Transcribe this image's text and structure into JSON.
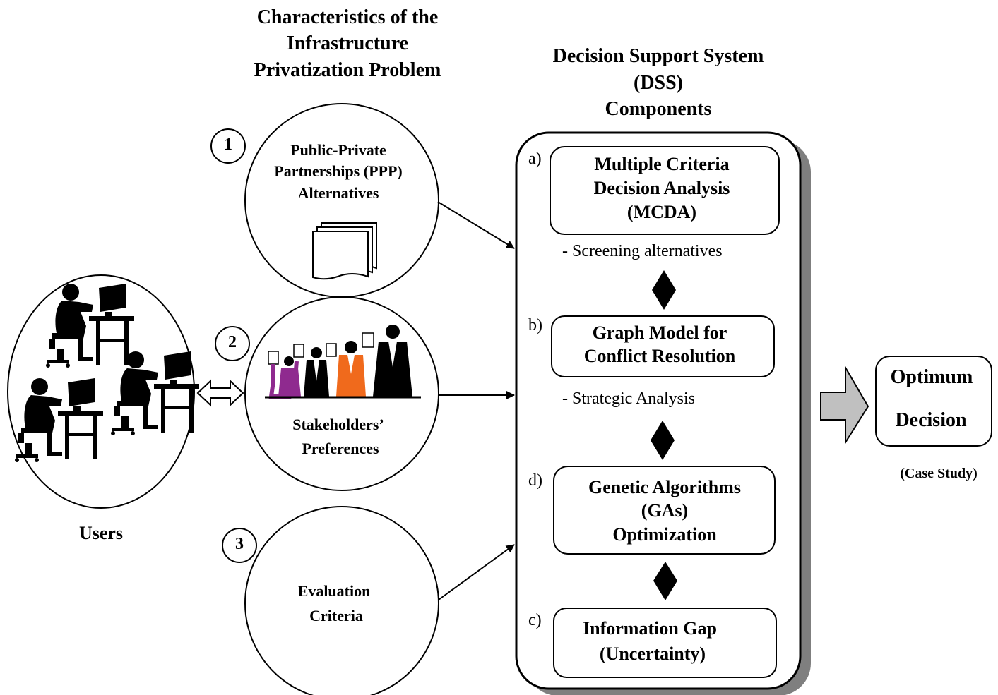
{
  "headings": {
    "characteristics": [
      "Characteristics of the",
      "Infrastructure",
      "Privatization Problem"
    ],
    "dss": [
      "Decision Support System",
      "(DSS)",
      "Components"
    ]
  },
  "inputs": [
    {
      "number": "1",
      "lines": [
        "Public-Private",
        "Partnerships (PPP)",
        "Alternatives"
      ]
    },
    {
      "number": "2",
      "lines": [
        "Stakeholders’",
        "Preferences"
      ]
    },
    {
      "number": "3",
      "lines": [
        "Evaluation",
        "Criteria"
      ]
    }
  ],
  "users_label": "Users",
  "components": [
    {
      "letter": "a)",
      "lines": [
        "Multiple Criteria",
        "Decision Analysis",
        "(MCDA)"
      ],
      "note": "- Screening alternatives"
    },
    {
      "letter": "b)",
      "lines": [
        "Graph Model for",
        "Conflict Resolution"
      ],
      "note": "- Strategic Analysis"
    },
    {
      "letter": "d)",
      "lines": [
        "Genetic Algorithms",
        "(GAs)",
        "Optimization"
      ]
    },
    {
      "letter": "c)",
      "lines": [
        "Information Gap",
        "(Uncertainty)"
      ]
    }
  ],
  "output": {
    "lines": [
      "Optimum",
      "Decision"
    ],
    "caption": "(Case Study)"
  },
  "colors": {
    "line": "#000000",
    "shadow": "#7f7f7f",
    "output_arrow": "#c0c0c0",
    "orange": "#f06a1c",
    "purple": "#8f2a8f"
  }
}
